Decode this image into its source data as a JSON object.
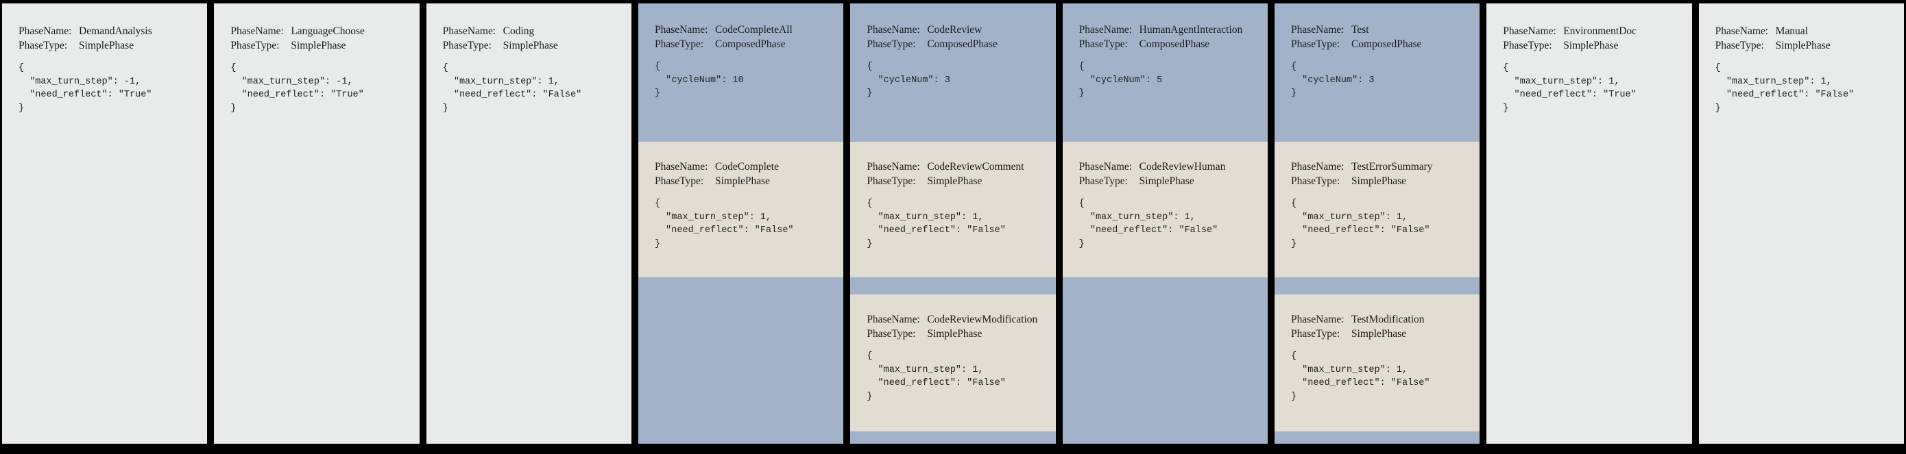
{
  "labels": {
    "phase_name": "PhaseName:",
    "phase_type": "PhaseType:"
  },
  "colors": {
    "page_bg": "#000000",
    "simple_bg": "#e8ebea",
    "composed_bg": "#a2b3c9",
    "subphase_bg": "#e2ddd2",
    "text": "#1b1b1b"
  },
  "phases": [
    {
      "name": "DemandAnalysis",
      "type": "SimplePhase",
      "config_text": "{\n  \"max_turn_step\": -1,\n  \"need_reflect\": \"True\"\n}"
    },
    {
      "name": "LanguageChoose",
      "type": "SimplePhase",
      "config_text": "{\n  \"max_turn_step\": -1,\n  \"need_reflect\": \"True\"\n}"
    },
    {
      "name": "Coding",
      "type": "SimplePhase",
      "config_text": "{\n  \"max_turn_step\": 1,\n  \"need_reflect\": \"False\"\n}"
    },
    {
      "name": "CodeCompleteAll",
      "type": "ComposedPhase",
      "config_text": "{\n  \"cycleNum\": 10\n}",
      "subphases": [
        {
          "name": "CodeComplete",
          "type": "SimplePhase",
          "config_text": "{\n  \"max_turn_step\": 1,\n  \"need_reflect\": \"False\"\n}"
        }
      ]
    },
    {
      "name": "CodeReview",
      "type": "ComposedPhase",
      "config_text": "{\n  \"cycleNum\": 3\n}",
      "subphases": [
        {
          "name": "CodeReviewComment",
          "type": "SimplePhase",
          "config_text": "{\n  \"max_turn_step\": 1,\n  \"need_reflect\": \"False\"\n}"
        },
        {
          "name": "CodeReviewModification",
          "type": "SimplePhase",
          "config_text": "{\n  \"max_turn_step\": 1,\n  \"need_reflect\": \"False\"\n}"
        }
      ]
    },
    {
      "name": "HumanAgentInteraction",
      "type": "ComposedPhase",
      "config_text": "{\n  \"cycleNum\": 5\n}",
      "subphases": [
        {
          "name": "CodeReviewHuman",
          "type": "SimplePhase",
          "config_text": "{\n  \"max_turn_step\": 1,\n  \"need_reflect\": \"False\"\n}"
        }
      ]
    },
    {
      "name": "Test",
      "type": "ComposedPhase",
      "config_text": "{\n  \"cycleNum\": 3\n}",
      "subphases": [
        {
          "name": "TestErrorSummary",
          "type": "SimplePhase",
          "config_text": "{\n  \"max_turn_step\": 1,\n  \"need_reflect\": \"False\"\n}"
        },
        {
          "name": "TestModification",
          "type": "SimplePhase",
          "config_text": "{\n  \"max_turn_step\": 1,\n  \"need_reflect\": \"False\"\n}"
        }
      ]
    },
    {
      "name": "EnvironmentDoc",
      "type": "SimplePhase",
      "config_text": "{\n  \"max_turn_step\": 1,\n  \"need_reflect\": \"True\"\n}"
    },
    {
      "name": "Manual",
      "type": "SimplePhase",
      "config_text": "{\n  \"max_turn_step\": 1,\n  \"need_reflect\": \"False\"\n}"
    }
  ]
}
